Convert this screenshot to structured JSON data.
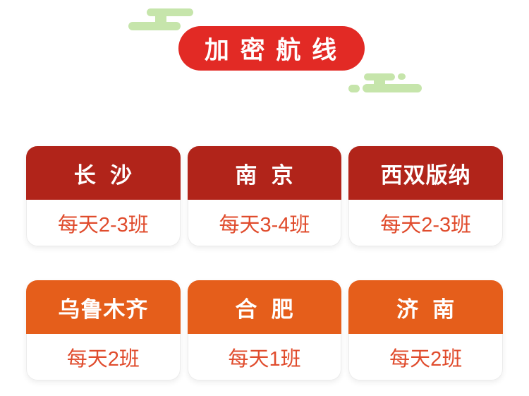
{
  "title": {
    "text": "加 密 航 线"
  },
  "colors": {
    "banner_red": "#E22A25",
    "header_dark_red": "#B1241A",
    "header_orange": "#E55E1B",
    "frequency_text": "#E04C2D",
    "cloud_green": "#C6E5AB",
    "card_background": "#FFFFFF"
  },
  "icons": {
    "top_left": "cloud-icon",
    "right": "cloud-icon"
  },
  "cards": [
    {
      "city": "长  沙",
      "frequency": "每天2-3班",
      "theme": "red"
    },
    {
      "city": "南  京",
      "frequency": "每天3-4班",
      "theme": "red"
    },
    {
      "city": "西双版纳",
      "frequency": "每天2-3班",
      "theme": "red"
    },
    {
      "city": "乌鲁木齐",
      "frequency": "每天2班",
      "theme": "orange"
    },
    {
      "city": "合  肥",
      "frequency": "每天1班",
      "theme": "orange"
    },
    {
      "city": "济  南",
      "frequency": "每天2班",
      "theme": "orange"
    }
  ]
}
